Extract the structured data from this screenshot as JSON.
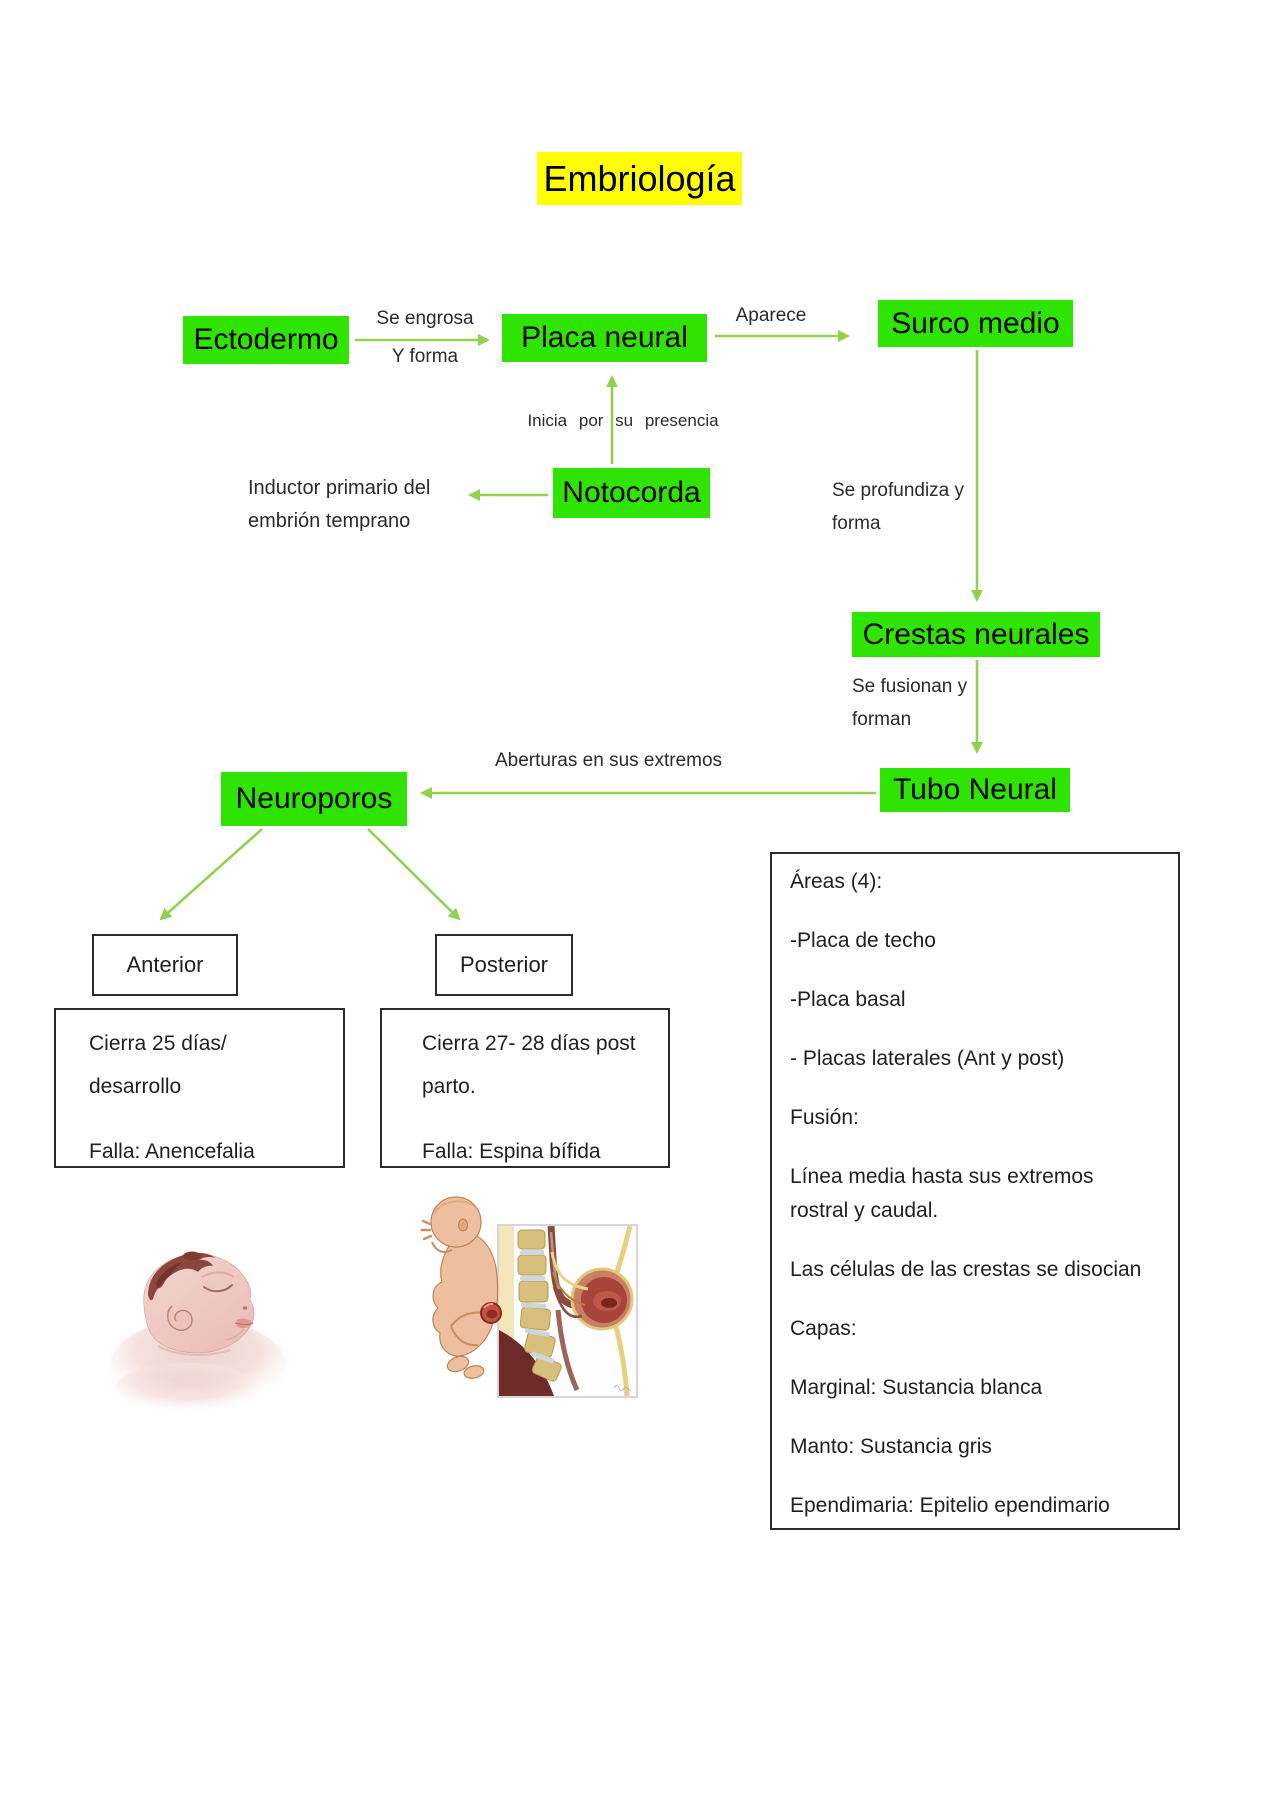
{
  "title": "Embriología",
  "colors": {
    "node_green": "#2fe400",
    "arrow_green": "#92d050",
    "highlight_yellow": "#ffff00"
  },
  "nodes": {
    "ectodermo": "Ectodermo",
    "placa_neural": "Placa neural",
    "surco_medio": "Surco medio",
    "notocorda": "Notocorda",
    "crestas_neurales": "Crestas neurales",
    "neuroporos": "Neuroporos",
    "tubo_neural": "Tubo Neural"
  },
  "edge_labels": {
    "se_engrosa": "Se engrosa",
    "y_forma": "Y forma",
    "aparece": "Aparece",
    "inicia_por_su_presencia": "Inicia por su presencia",
    "inductor_l1": "Inductor primario del",
    "inductor_l2": "embrión temprano",
    "se_profundiza_l1": "Se profundiza y",
    "se_profundiza_l2": "forma",
    "se_fusionan_l1": "Se fusionan y",
    "se_fusionan_l2": "forman",
    "aberturas": "Aberturas en sus extremos"
  },
  "neuroporo_anterior": {
    "label": "Anterior",
    "detail_l1": "Cierra 25 días/",
    "detail_l2": "desarrollo",
    "detail_falla": "Falla: Anencefalia"
  },
  "neuroporo_posterior": {
    "label": "Posterior",
    "detail_l1": "Cierra 27- 28 días post",
    "detail_l2": "parto.",
    "detail_falla": "Falla: Espina bífida"
  },
  "areas_panel": {
    "lines": [
      "Áreas (4):",
      "-Placa de techo",
      "-Placa basal",
      "- Placas laterales (Ant y post)",
      "Fusión:",
      "Línea media hasta sus extremos",
      "rostral y caudal.",
      "Las células de las crestas se disocian",
      "Capas:",
      "Marginal: Sustancia blanca",
      "Manto: Sustancia gris",
      "Ependimaria: Epitelio ependimario"
    ]
  },
  "illustrations": {
    "left": "anencephaly-baby-illustration",
    "right": "spina-bifida-baby-illustration"
  }
}
